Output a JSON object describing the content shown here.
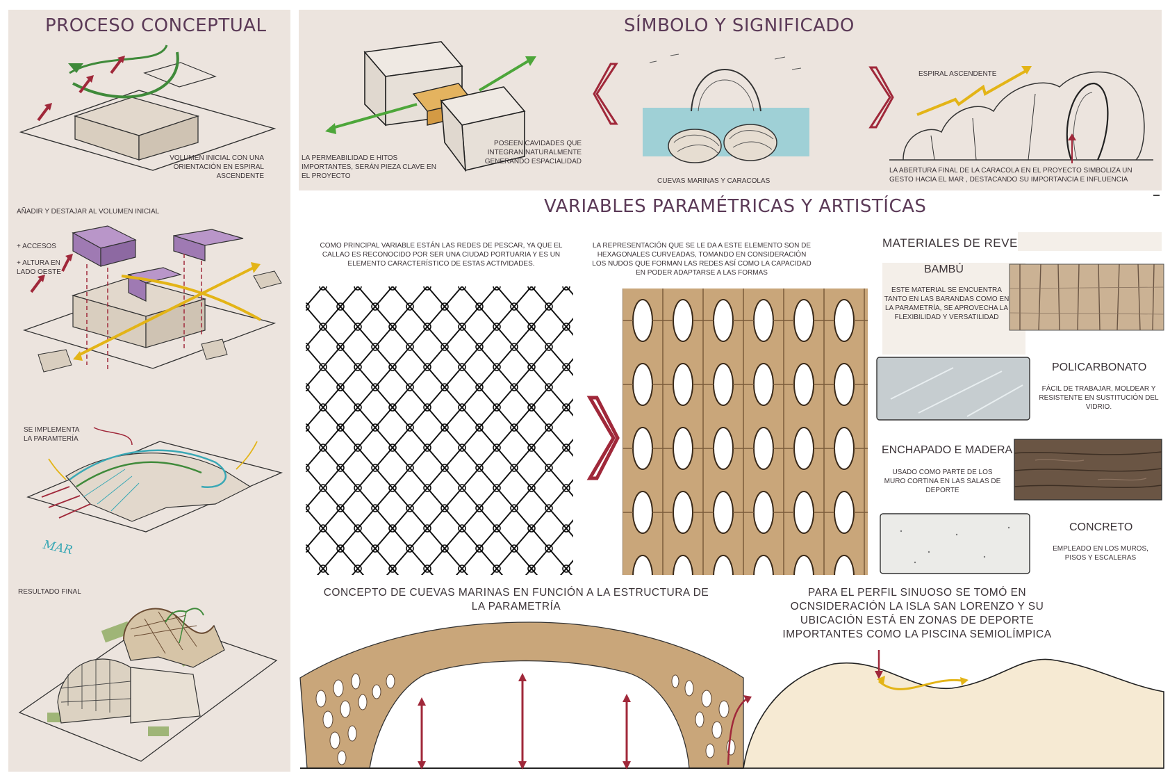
{
  "left_panel": {
    "title": "PROCESO CONCEPTUAL",
    "step1_caption": "VOLUMEN INICIAL CON UNA ORIENTACIÓN EN ESPIRAL ASCENDENTE",
    "step2_caption": "AÑADIR Y DESTAJAR AL VOLUMEN INICIAL",
    "step2_note_access": "+ ACCESOS",
    "step2_note_height": "+ ALTURA EN LADO OESTE",
    "step3_caption": "SE IMPLEMENTA LA PARAMTERÍA",
    "step3_mar": "MAR",
    "step4_caption": "RESULTADO FINAL"
  },
  "symbol_panel": {
    "title": "SÍMBOLO Y SIGNIFICADO",
    "caption_left_1": "LA PERMEABILIDAD E HITOS IMPORTANTES, SERÁN PIEZA CLAVE EN EL PROYECTO",
    "caption_left_2": "POSEEN CAVIDADES QUE INTEGRAN NATURALMENTE GENERANDO ESPACIALIDAD",
    "caption_center": "CUEVAS MARINAS Y CARACOLAS",
    "spiral_label": "ESPIRAL ASCENDENTE",
    "caption_right": "LA ABERTURA FINAL DE LA CARACOLA EN EL PROYECTO SIMBOLIZA UN GESTO HACIA EL MAR , DESTACANDO SU IMPORTANCIA E INFLUENCIA"
  },
  "variables": {
    "title": "VARIABLES PARAMÉTRICAS Y ARTISTÍCAS",
    "net_text": "COMO PRINCIPAL VARIABLE ESTÁN LAS REDES DE PESCAR, YA QUE EL CALLAO ES RECONOCIDO POR SER UNA CIUDAD PORTUARIA Y ES UN ELEMENTO CARACTERÍSTICO DE ESTAS ACTIVIDADES.",
    "hex_text": "LA REPRESENTACIÓN QUE SE LE DA A ESTE ELEMENTO SON DE HEXAGONALES CURVEADAS, TOMANDO EN CONSIDERACIÓN LOS NUDOS QUE FORMAN LAS REDES ASÍ COMO LA CAPACIDAD EN PODER ADAPTARSE A LAS FORMAS",
    "cave_title": "CONCEPTO DE CUEVAS MARINAS EN FUNCIÓN A LA ESTRUCTURA DE LA PARAMETRÍA",
    "profile_title": "PARA EL PERFIL SINUOSO SE TOMÓ EN OCNSIDERACIÓN LA ISLA SAN LORENZO Y SU UBICACIÓN ESTÁ EN ZONAS DE DEPORTE IMPORTANTES COMO LA PISCINA SEMIOLÍMPICA"
  },
  "materials": {
    "title": "MATERIALES DE REVESTIMIENTO",
    "items": [
      {
        "name": "BAMBÚ",
        "desc": "ESTE MATERIAL SE ENCUENTRA TANTO EN LAS BARANDAS COMO EN LA PARAMETRÍA, SE APROVECHA LA FLEXIBILIDAD Y VERSATILIDAD",
        "color": "#cbb294"
      },
      {
        "name": "POLICARBONATO",
        "desc": "FÁCIL DE TRABAJAR, MOLDEAR Y RESISTENTE EN SUSTITUCIÓN DEL VIDRIO.",
        "color": "#c6cdd0"
      },
      {
        "name": "ENCHAPADO E MADERA",
        "desc": "USADO COMO PARTE DE LOS MURO CORTINA EN LAS SALAS DE DEPORTE",
        "color": "#6a5544"
      },
      {
        "name": "CONCRETO",
        "desc": "EMPLEADO EN LOS MUROS, PISOS Y ESCALERAS",
        "color": "#ebebe8"
      }
    ]
  },
  "colors": {
    "panel": "#ece4de",
    "title": "#5b3a57",
    "arrow_red": "#a0283a",
    "arrow_green": "#3f8a3a",
    "arrow_yellow": "#e3b417",
    "purple": "#b996c9",
    "wood": "#c9a67a",
    "sand": "#f6ead3",
    "sea": "#9fd0d6"
  }
}
